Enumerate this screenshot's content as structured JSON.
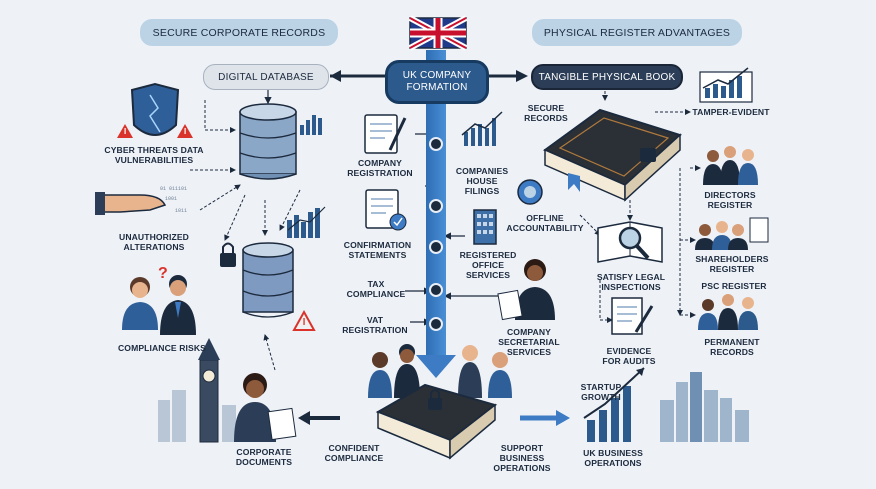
{
  "headers": {
    "left": "Secure Corporate Records",
    "right": "Physical Register Advantages"
  },
  "nodes": {
    "digital_database": "Digital Database",
    "uk_company_formation": "UK Company Formation",
    "tangible_physical_book": "Tangible Physical Book"
  },
  "left_labels": {
    "cyber_threats": "Cyber Threats Data Vulnerabilities",
    "unauthorized": "Unauthorized Alterations",
    "compliance_risks": "Compliance Risks",
    "corporate_documents": "Corporate Documents"
  },
  "center_steps": {
    "company_registration": "Company Registration",
    "companies_house_filings": "Companies House Filings",
    "confirmation_statements": "Confirmation Statements",
    "registered_office_services": "Registered Office Services",
    "tax_compliance": "Tax Compliance",
    "vat_registration": "VAT Registration",
    "company_secretarial_services": "Company Secretarial Services"
  },
  "right_labels": {
    "secure_records": "Secure Records",
    "tamper_evident": "Tamper-Evident",
    "offline_accountability": "Offline Accountability",
    "directors_register": "Directors Register",
    "satisfy_legal_inspections": "Satisfy Legal Inspections",
    "shareholders_register": "Shareholders Register",
    "psc_register": "PSC Register",
    "evidence_for_audits": "Evidence For Audits",
    "permanent_records": "Permanent Records"
  },
  "bottom_labels": {
    "confident_compliance": "Confident Compliance",
    "support_business_operations": "Support Business Operations",
    "startup_growth": "Startup Growth",
    "uk_business_operations": "UK Business Operations"
  },
  "colors": {
    "navy": "#1c2a3e",
    "accent_blue": "#3d7bc4",
    "pill_blue": "#bcd3e6",
    "background": "#eef2f7"
  }
}
